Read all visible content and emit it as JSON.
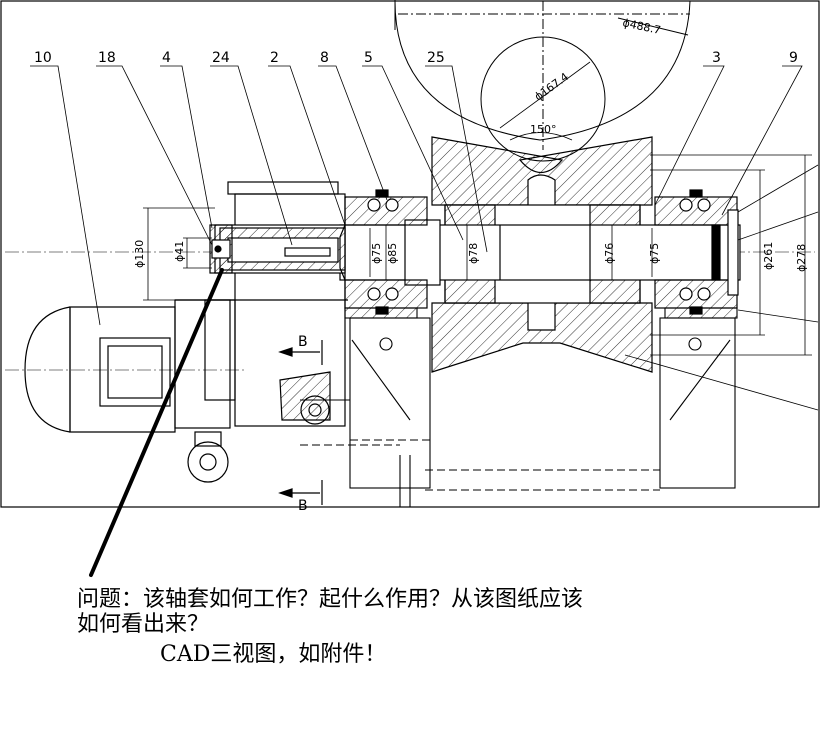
{
  "part_numbers": [
    "10",
    "18",
    "4",
    "24",
    "2",
    "8",
    "5",
    "25",
    "3",
    "9"
  ],
  "dimensions": {
    "d_outer_circle": "ϕ488.7",
    "d_groove_circle": "ϕ167.4",
    "angle": "150°",
    "d130": "ϕ130",
    "d41": "ϕ41",
    "d75_left": "ϕ75",
    "d85": "ϕ85",
    "d78": "ϕ78",
    "d76": "ϕ76",
    "d75_right": "ϕ75",
    "d261": "ϕ261",
    "d278": "ϕ278"
  },
  "section_labels": {
    "top": "B",
    "bottom": "B"
  },
  "question": {
    "line1": "问题：该轴套如何工作？起什么作用？从该图纸应该",
    "line2": "如何看出来？",
    "line3": "CAD三视图，如附件！"
  }
}
